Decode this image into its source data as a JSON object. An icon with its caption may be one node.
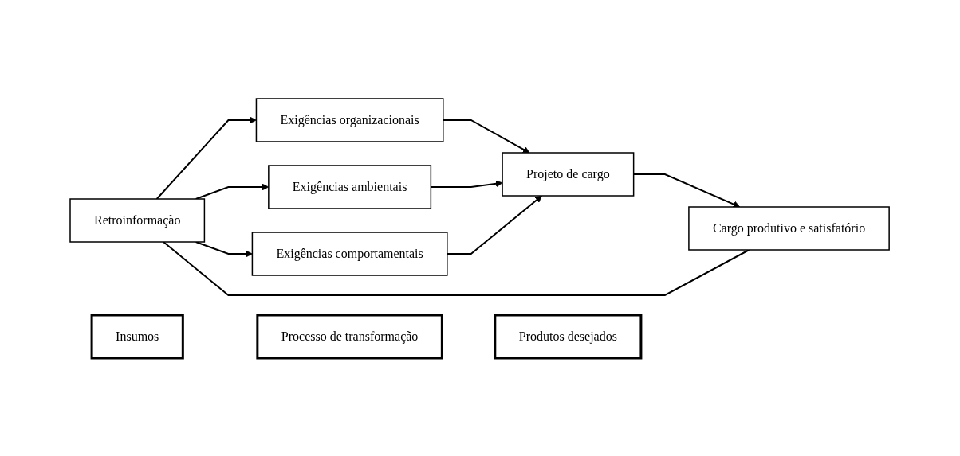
{
  "diagram": {
    "nodes": [
      {
        "text": [
          "Retroinformação"
        ]
      },
      {
        "text": [
          "Exigências organizacionais"
        ]
      },
      {
        "text": [
          "Exigências ambientais"
        ]
      },
      {
        "text": [
          "Exigências comportamentais"
        ]
      },
      {
        "text": [
          "Projeto de cargo"
        ]
      },
      {
        "text": [
          "Cargo produtivo e satisfatório"
        ]
      },
      {
        "text": [
          "Insumos"
        ]
      },
      {
        "text": [
          "Processo de transformação"
        ]
      },
      {
        "text": [
          "Produtos desejados"
        ]
      }
    ],
    "edges": [
      {
        "from": 5,
        "to": 0,
        "arrow": "none"
      },
      {
        "from": 0,
        "to": 1,
        "arrow": "to"
      },
      {
        "from": 0,
        "to": 2,
        "arrow": "to"
      },
      {
        "from": 0,
        "to": 3,
        "arrow": "to"
      },
      {
        "from": 1,
        "to": 4,
        "arrow": "to"
      },
      {
        "from": 2,
        "to": 4,
        "arrow": "to"
      },
      {
        "from": 3,
        "to": 4,
        "arrow": "to"
      },
      {
        "from": 4,
        "to": 5,
        "arrow": "to"
      }
    ]
  }
}
